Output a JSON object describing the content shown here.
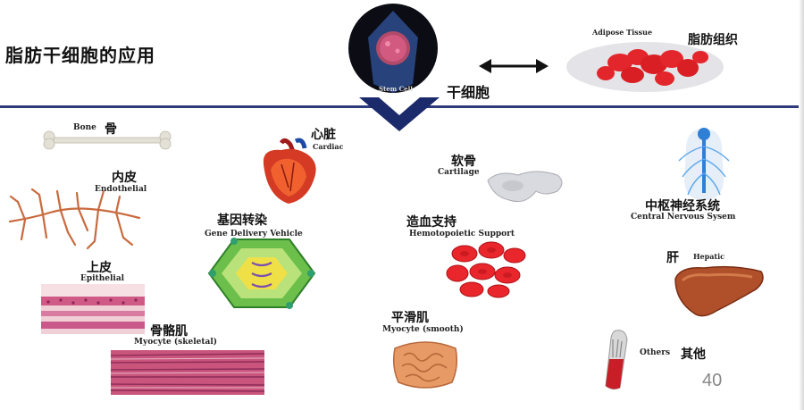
{
  "title": "脂肪干细胞的应用",
  "center": {
    "zh": "干细胞",
    "en": "Stem Cell"
  },
  "adipose": {
    "en": "Adipose Tissue",
    "zh": "脂肪组织"
  },
  "labels": {
    "bone": {
      "en": "Bone",
      "zh": "骨"
    },
    "endothelial": {
      "zh": "内皮",
      "en": "Endothelial"
    },
    "epithelial": {
      "zh": "上皮",
      "en": "Epithelial"
    },
    "skeletal": {
      "zh": "骨骼肌",
      "en": "Myocyte (skeletal)"
    },
    "cardiac": {
      "zh": "心脏",
      "en": "Cardiac"
    },
    "gene": {
      "zh": "基因转染",
      "en": "Gene Delivery Vehicle"
    },
    "cartilage": {
      "zh": "软骨",
      "en": "Cartilage"
    },
    "hemo": {
      "zh": "造血支持",
      "en": "Hemotopoietic Support"
    },
    "smooth": {
      "zh": "平滑肌",
      "en": "Myocyte (smooth)"
    },
    "cns": {
      "zh": "中枢神经系统",
      "en": "Central Nervous Sysem"
    },
    "hepatic": {
      "zh": "肝",
      "en": "Hepatic"
    },
    "others": {
      "en": "Others",
      "zh": "其他"
    }
  },
  "page_number": "40",
  "colors": {
    "divider": "#2d3a7c",
    "blood_red": "#e8262b",
    "dark_navy": "#1b2a6b"
  }
}
